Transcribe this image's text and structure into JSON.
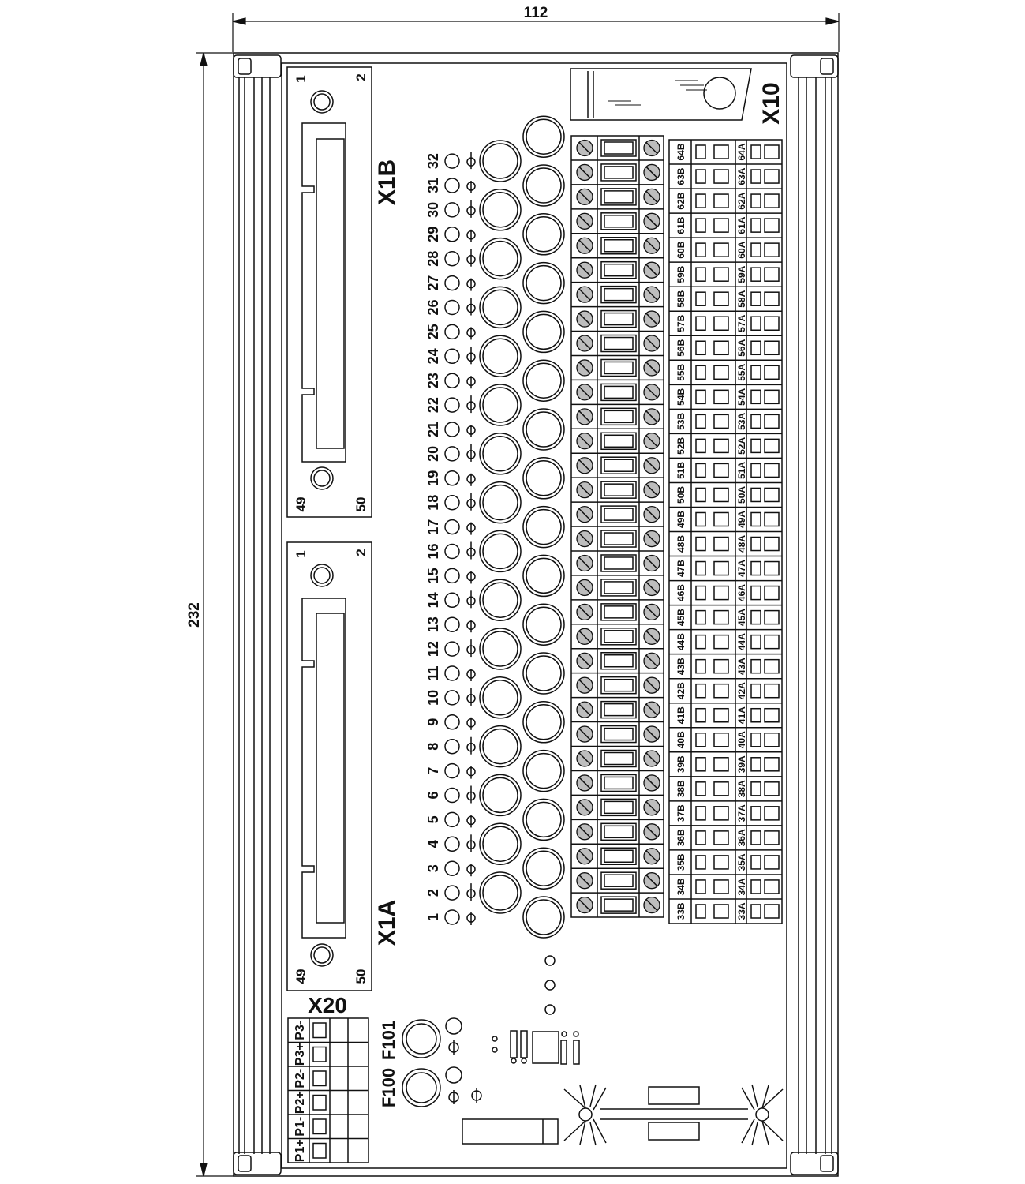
{
  "dimensions": {
    "width": "112",
    "height": "232"
  },
  "connectors": {
    "x1b": {
      "label": "X1B",
      "pin_1": "1",
      "pin_2": "2",
      "pin_49": "49",
      "pin_50": "50"
    },
    "x1a": {
      "label": "X1A",
      "pin_1": "1",
      "pin_2": "2",
      "pin_49": "49",
      "pin_50": "50"
    }
  },
  "x10": {
    "label": "X10"
  },
  "x20": {
    "label": "X20",
    "terminals": [
      "P1+",
      "P1-",
      "P2+",
      "P2-",
      "P3+",
      "P3-"
    ]
  },
  "fuses": {
    "f100": "F100",
    "f101": "F101"
  },
  "channels": [
    "1",
    "2",
    "3",
    "4",
    "5",
    "6",
    "7",
    "8",
    "9",
    "10",
    "11",
    "12",
    "13",
    "14",
    "15",
    "16",
    "17",
    "18",
    "19",
    "20",
    "21",
    "22",
    "23",
    "24",
    "25",
    "26",
    "27",
    "28",
    "29",
    "30",
    "31",
    "32"
  ],
  "terminal_b": [
    "33B",
    "34B",
    "35B",
    "36B",
    "37B",
    "38B",
    "39B",
    "40B",
    "41B",
    "42B",
    "43B",
    "44B",
    "45B",
    "46B",
    "47B",
    "48B",
    "49B",
    "50B",
    "51B",
    "52B",
    "53B",
    "54B",
    "55B",
    "56B",
    "57B",
    "58B",
    "59B",
    "60B",
    "61B",
    "62B",
    "63B",
    "64B"
  ],
  "terminal_a": [
    "33A",
    "34A",
    "35A",
    "36A",
    "37A",
    "38A",
    "39A",
    "40A",
    "41A",
    "42A",
    "43A",
    "44A",
    "45A",
    "46A",
    "47A",
    "48A",
    "49A",
    "50A",
    "51A",
    "52A",
    "53A",
    "54A",
    "55A",
    "56A",
    "57A",
    "58A",
    "59A",
    "60A",
    "61A",
    "62A",
    "63A",
    "64A"
  ]
}
